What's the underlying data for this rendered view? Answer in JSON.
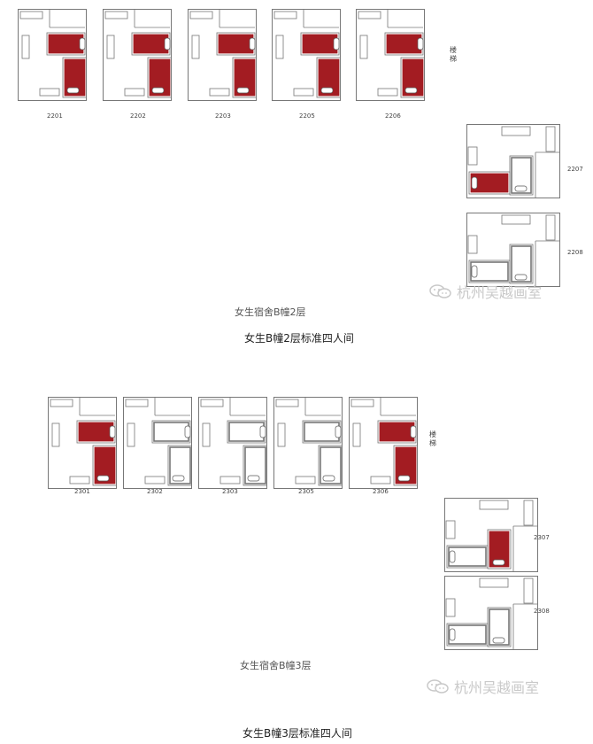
{
  "colors": {
    "occupied": "#a31c22",
    "outline": "#777777",
    "watermark": "#c9c9c9"
  },
  "floor2": {
    "floor_name": "女生宿舍B幢2层",
    "title": "女生B幢2层标准四人间",
    "stair_label": [
      "楼",
      "梯"
    ],
    "rooms": [
      {
        "number": "2201",
        "occupied": [
          "top",
          "right"
        ]
      },
      {
        "number": "2202",
        "occupied": [
          "top",
          "right"
        ]
      },
      {
        "number": "2203",
        "occupied": [
          "top",
          "right"
        ]
      },
      {
        "number": "2205",
        "occupied": [
          "top",
          "right"
        ]
      },
      {
        "number": "2206",
        "occupied": [
          "top",
          "right"
        ]
      },
      {
        "number": "2207",
        "occupied": [
          "bottom-left"
        ]
      },
      {
        "number": "2208",
        "occupied": []
      }
    ]
  },
  "floor3": {
    "floor_name": "女生宿舍B幢3层",
    "title": "女生B幢3层标准四人间",
    "stair_label": [
      "楼",
      "梯"
    ],
    "rooms": [
      {
        "number": "2301",
        "occupied": [
          "top",
          "right"
        ]
      },
      {
        "number": "2302",
        "occupied": []
      },
      {
        "number": "2303",
        "occupied": []
      },
      {
        "number": "2305",
        "occupied": []
      },
      {
        "number": "2306",
        "occupied": [
          "top",
          "right"
        ]
      },
      {
        "number": "2307",
        "occupied": [
          "right"
        ]
      },
      {
        "number": "2308",
        "occupied": []
      }
    ]
  },
  "watermark": {
    "text": "杭州吴越画室",
    "icon": "wechat-icon"
  }
}
